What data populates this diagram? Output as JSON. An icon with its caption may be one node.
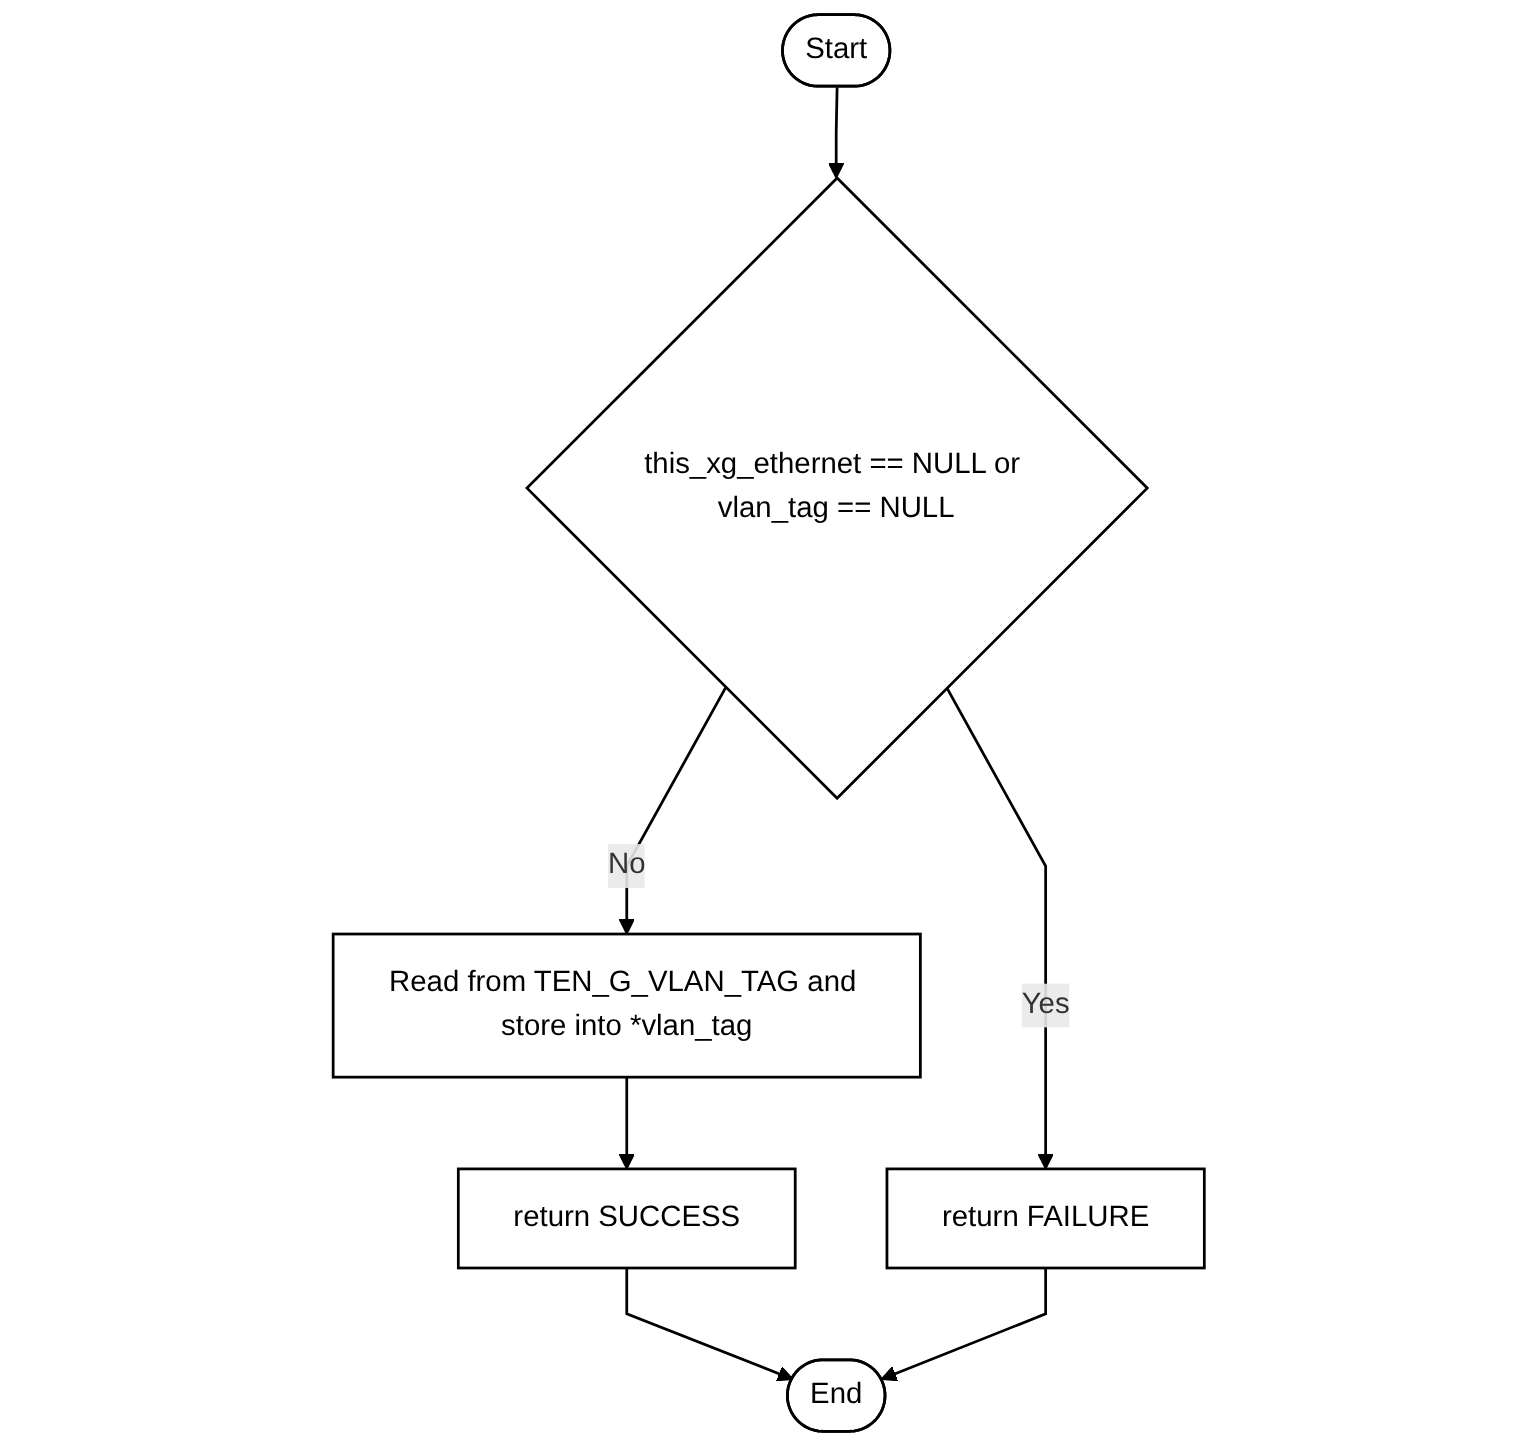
{
  "diagram": {
    "nodes": [
      {
        "text": [
          "Start"
        ]
      },
      {
        "text": [
          "this_xg_ethernet == NULL or vlan_tag == NULL"
        ]
      },
      {
        "text": [
          "Read from TEN_G_VLAN_TAG and store into *vlan_tag"
        ]
      },
      {
        "text": [
          "return SUCCESS"
        ]
      },
      {
        "text": [
          "return FAILURE"
        ]
      },
      {
        "text": [
          "End"
        ]
      }
    ],
    "edges": [
      {
        "from": 0,
        "to": 1,
        "arrow": "to"
      },
      {
        "from": 1,
        "to": 4,
        "label": "Yes",
        "arrow": "to"
      },
      {
        "from": 1,
        "to": 2,
        "label": "No",
        "arrow": "to"
      },
      {
        "from": 2,
        "to": 3,
        "arrow": "to"
      },
      {
        "from": 3,
        "to": 5,
        "arrow": "to"
      },
      {
        "from": 4,
        "to": 5,
        "arrow": "to"
      }
    ]
  }
}
